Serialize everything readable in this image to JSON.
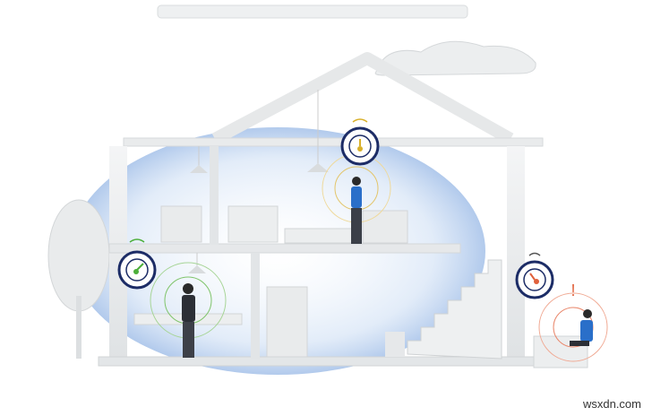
{
  "scene": {
    "description": "Illustration of a two-story house cutaway showing Wi-Fi coverage bubble with people using devices",
    "gauges": [
      {
        "id": "upstairs",
        "signal": "medium",
        "color": "#d8b02a"
      },
      {
        "id": "downstairs",
        "signal": "strong",
        "color": "#4caf3a"
      },
      {
        "id": "patio",
        "signal": "weak",
        "color": "#e0603a",
        "alert": "!"
      }
    ],
    "colors": {
      "gauge_ring": "#1c2c66",
      "coverage": "#c8daf2",
      "house": "#eceeef",
      "shirt": "#2a6fc9"
    }
  },
  "watermark": "wsxdn.com"
}
